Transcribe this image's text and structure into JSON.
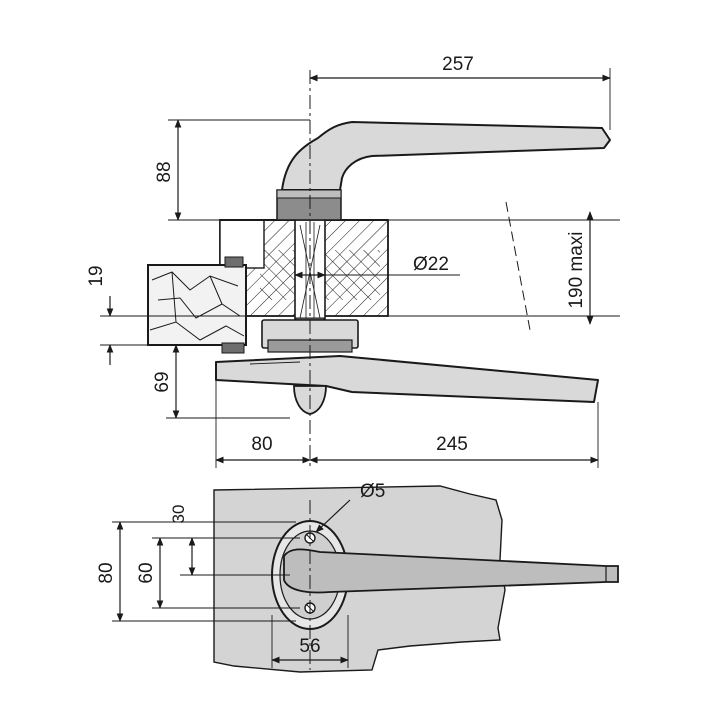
{
  "dimensions": {
    "overall_length": "257",
    "handle_height": "88",
    "spindle_diameter": "Ø22",
    "thickness_max": "190 maxi",
    "block_height": "19",
    "lower_height": "69",
    "inner_offset": "80",
    "inner_length": "245",
    "screw_diameter": "Ø5",
    "screw_offset": "30",
    "hole_spacing": "60",
    "rose_height": "80",
    "rose_width": "56"
  },
  "colors": {
    "line": "#1a1a1a",
    "part_fill": "#d9d9d9",
    "dark_fill": "#8c8c8c"
  }
}
